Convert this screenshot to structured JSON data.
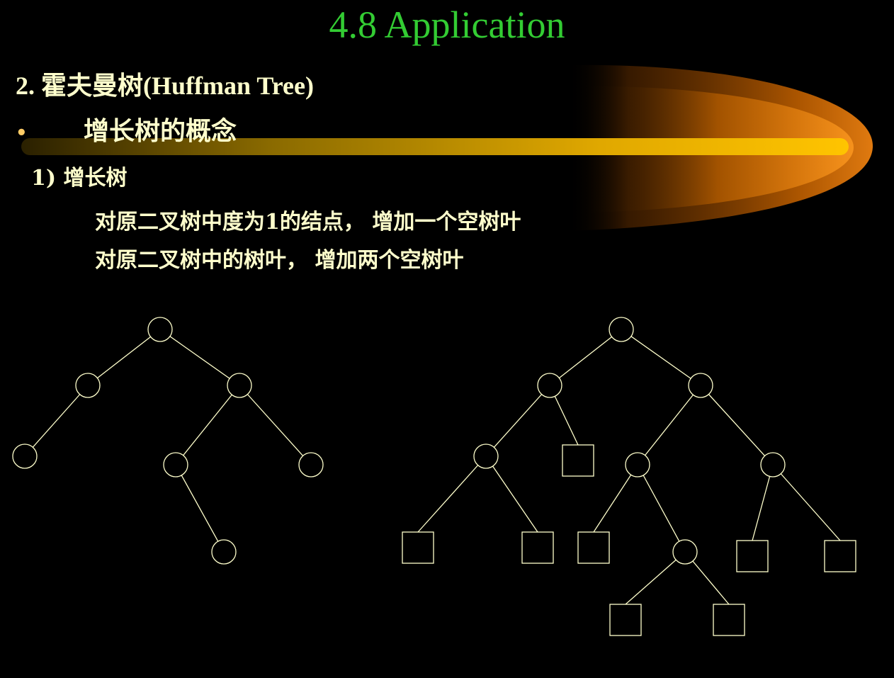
{
  "title": "4.8  Application",
  "heading": "2. 霍夫曼树(Huffman Tree)",
  "bullet": {
    "symbol": "•",
    "text": "增长树的概念"
  },
  "subheading": "1) 增长树",
  "descriptions": [
    "对原二叉树中度为1的结点， 增加一个空树叶",
    "对原二叉树中的树叶， 增加两个空树叶"
  ],
  "colors": {
    "background": "#000000",
    "title": "#33cc33",
    "text": "#ffffcc",
    "bullet": "#ffcc66",
    "tree_stroke": "#ffffcc",
    "decor_bar": "#f5b800",
    "decor_glow": "#cc6600"
  }
}
